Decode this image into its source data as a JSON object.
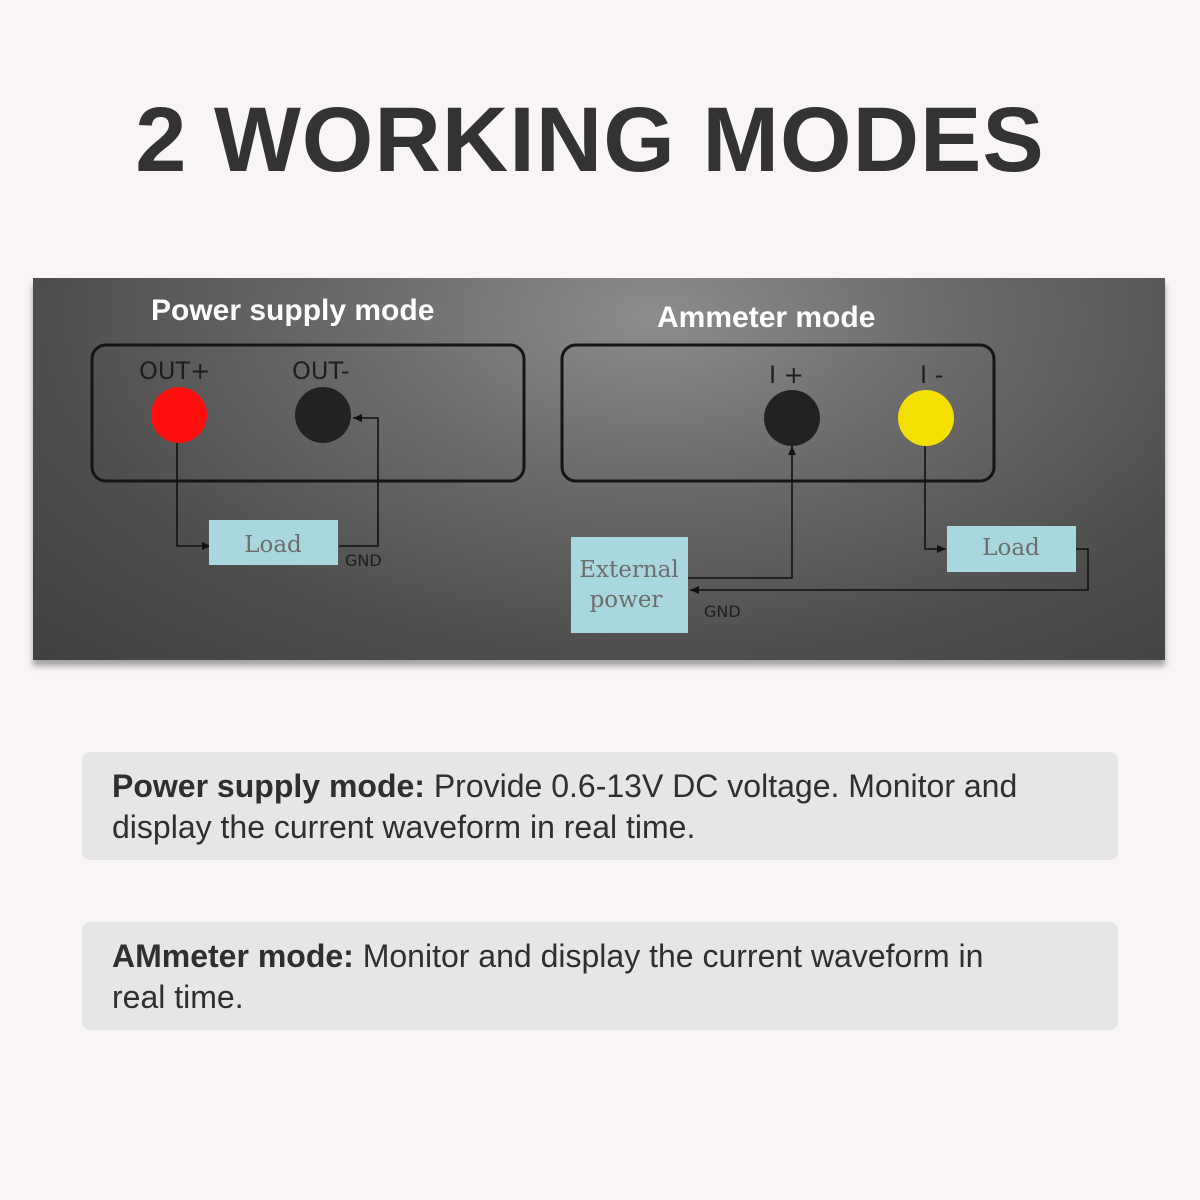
{
  "title": "2 WORKING MODES",
  "diagram": {
    "power_supply": {
      "heading": "Power supply mode",
      "terminal_pos": "OUT+",
      "terminal_neg": "OUT-",
      "load_label": "Load",
      "gnd_label": "GND",
      "pos_color": "#ff0d0d",
      "neg_color": "#222222"
    },
    "ammeter": {
      "heading": "Ammeter mode",
      "terminal_pos": "I +",
      "terminal_neg": "I -",
      "load_label": "Load",
      "external_line1": "External",
      "external_line2": "power",
      "gnd_label": "GND",
      "pos_color": "#222222",
      "neg_color": "#f4e000"
    },
    "box_color": "#a9d7e0"
  },
  "cards": [
    {
      "label": "Power supply mode:",
      "text": " Provide 0.6-13V DC voltage. Monitor and display the current waveform in real time."
    },
    {
      "label": "AMmeter mode:",
      "text": " Monitor and display the current waveform in real time."
    }
  ]
}
